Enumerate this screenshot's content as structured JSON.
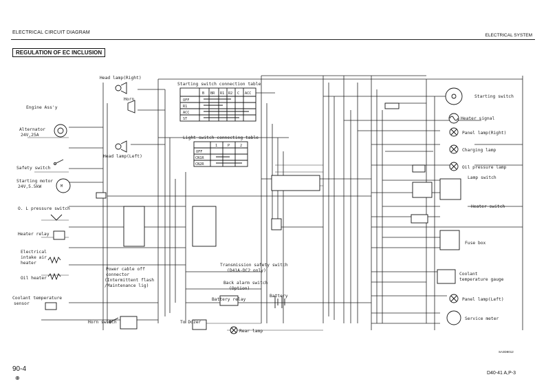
{
  "header": {
    "left_title": "ELECTRICAL CIRCUIT DIAGRAM",
    "right_title": "ELECTRICAL SYSTEM",
    "section_title": "REGULATION OF EC INCLUSION"
  },
  "footer": {
    "page_number": "90-4",
    "mark": "⊕",
    "model": "D40-41 A,P-3",
    "ref_code": "SA3D8012"
  },
  "components": {
    "head_lamp_right": "Head lamp(Right)",
    "horn": "Horn",
    "engine_assy": "Engine Ass'y",
    "alternator": "Alternator",
    "alternator_rating": "24V,25A",
    "head_lamp_left": "Head lamp(Left)",
    "safety_switch": "Safety switch",
    "starting_motor": "Starting motor",
    "starting_motor_rating": "24V,5.5kW",
    "oil_pressure_switch_left": "O. L pressure switch",
    "heater_relay": "Heater relay",
    "electrical_intake_air_heater": [
      "Electrical",
      "intake air",
      "heater"
    ],
    "oil_heater": "Oil heater",
    "coolant_temp_sensor": [
      "Coolant temperature",
      "sensor"
    ],
    "horn_switch": "Horn switch",
    "power_cable_off": [
      "Power cable off",
      "connector",
      "(Intermittent flash",
      "/Maintenance lig)"
    ],
    "transmission_safety_switch": [
      "Transmission safety switch",
      "(D41A-DC2 only)"
    ],
    "back_alarm_switch": [
      "Back alarm switch",
      "(Option)"
    ],
    "battery_relay": "Battery relay",
    "battery": "Battery",
    "to_dozer": "To Dozer",
    "rear_lamp": "Rear lamp",
    "starting_switch": "Starting switch",
    "heater_signal": "Heater signal",
    "panel_lamp_right": "Panel lamp(Right)",
    "charging_lamp": "Charging lamp",
    "oil_pressure_lamp": "Oil pressure lamp",
    "lamp_switch": "Lamp switch",
    "heater_switch": "Heater switch",
    "fuse_box": "Fuse box",
    "coolant_temp_gauge": [
      "Coolant",
      "temperature gauge"
    ],
    "panel_lamp_left": "Panel lamp(Left)",
    "service_meter": "Service meter"
  },
  "start_table": {
    "title": "Starting switch connection table",
    "columns": [
      "",
      "B",
      "BR",
      "R1",
      "R2",
      "C",
      "ACC"
    ],
    "rows": [
      "OFF",
      "R1",
      "ACC",
      "ST"
    ]
  },
  "light_table": {
    "title": "Light switch connecting table",
    "columns": [
      "",
      "1",
      "P",
      "2"
    ],
    "rows": [
      "OFF",
      "CN1R",
      "CN2R"
    ]
  }
}
